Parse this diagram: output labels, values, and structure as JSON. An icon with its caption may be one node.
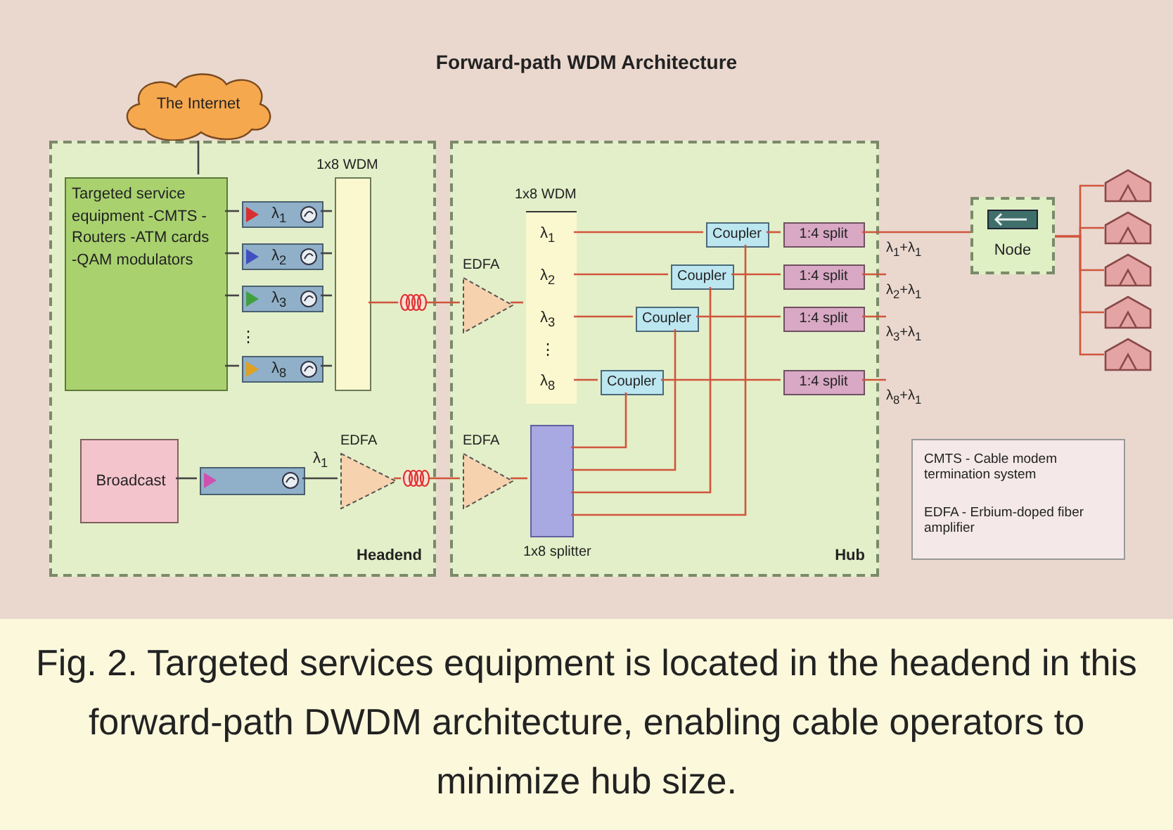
{
  "diagram": {
    "title": "Forward-path WDM Architecture",
    "caption": "Fig. 2. Targeted services equipment is located in the headend in this forward-path DWDM architecture, enabling cable operators to minimize hub size.",
    "nodes": [
      {
        "text": [
          "The Internet"
        ]
      },
      {
        "text": [
          "Headend"
        ]
      },
      {
        "text": [
          "Targeted service equipment -CMTS -Routers -ATM cards -QAM modulators"
        ],
        "in": 1
      },
      {
        "text": [
          "λ$_{1}$"
        ],
        "in": 1
      },
      {
        "text": [
          "λ$_{2}$"
        ],
        "in": 1
      },
      {
        "text": [
          "λ$_{3}$"
        ],
        "in": 1
      },
      {
        "text": [
          "λ$_{8}$"
        ],
        "in": 1
      },
      {
        "text": [
          "1x8 WDM"
        ],
        "in": 1
      },
      {
        "text": [
          "Broadcast"
        ],
        "in": 1
      },
      {
        "text": [],
        "shape": "box",
        "in": 1
      },
      {
        "text": [
          "EDFA"
        ],
        "in": 1
      },
      {
        "text": [
          "Hub"
        ]
      },
      {
        "text": [
          "EDFA"
        ],
        "in": 11
      },
      {
        "text": [
          "EDFA"
        ],
        "in": 11
      },
      {
        "text": [
          "1x8 WDM",
          "λ$_{1}$",
          "λ$_{2}$",
          "λ$_{3}$",
          "⋮",
          "λ$_{8}$"
        ],
        "in": 11
      },
      {
        "text": [
          "1x8 splitter"
        ],
        "in": 11
      },
      {
        "text": [
          "Coupler"
        ],
        "in": 11
      },
      {
        "text": [
          "Coupler"
        ],
        "in": 11
      },
      {
        "text": [
          "Coupler"
        ],
        "in": 11
      },
      {
        "text": [
          "Coupler"
        ],
        "in": 11
      },
      {
        "text": [
          "1:4 split"
        ],
        "in": 11,
        "beside": [
          "λ$_{1}$+λ$_{1}$"
        ]
      },
      {
        "text": [
          "1:4 split"
        ],
        "in": 11,
        "beside": [
          "λ$_{2}$+λ$_{1}$"
        ]
      },
      {
        "text": [
          "1:4 split"
        ],
        "in": 11,
        "beside": [
          "λ$_{3}$+λ$_{1}$"
        ]
      },
      {
        "text": [
          "1:4 split"
        ],
        "in": 11,
        "beside": [
          "λ$_{8}$+λ$_{1}$"
        ]
      },
      {
        "text": [
          "Node"
        ]
      },
      {
        "text": [],
        "shape": "house"
      },
      {
        "text": [],
        "shape": "house"
      },
      {
        "text": [],
        "shape": "house"
      },
      {
        "text": [],
        "shape": "house"
      },
      {
        "text": [],
        "shape": "house"
      },
      {
        "text": [
          "CMTS - Cable modem termination system",
          "EDFA - Erbium-doped fiber amplifier"
        ]
      }
    ],
    "edges": [
      {
        "from": 0,
        "to": 2,
        "arrow": "none",
        "color": "#444444"
      },
      {
        "from": 2,
        "to": 3,
        "arrow": "none",
        "color": "#444444"
      },
      {
        "from": 2,
        "to": 4,
        "arrow": "none",
        "color": "#444444"
      },
      {
        "from": 2,
        "to": 5,
        "arrow": "none",
        "color": "#444444"
      },
      {
        "from": 2,
        "to": 6,
        "arrow": "none",
        "color": "#444444"
      },
      {
        "from": 3,
        "to": 7,
        "arrow": "none",
        "color": "#444444"
      },
      {
        "from": 4,
        "to": 7,
        "arrow": "none",
        "color": "#444444"
      },
      {
        "from": 5,
        "to": 7,
        "arrow": "none",
        "color": "#444444"
      },
      {
        "from": 6,
        "to": 7,
        "arrow": "none",
        "color": "#444444"
      },
      {
        "from": 7,
        "to": 12,
        "arrow": "none"
      },
      {
        "from": 8,
        "to": 9,
        "arrow": "none",
        "color": "#444444"
      },
      {
        "from": 9,
        "to": 10,
        "arrow": "none",
        "color": "#444444",
        "label": "λ$_{1}$"
      },
      {
        "from": 10,
        "to": 13,
        "arrow": "none"
      },
      {
        "from": 12,
        "to": 14,
        "arrow": "none"
      },
      {
        "from": 13,
        "to": 15,
        "arrow": "none"
      },
      {
        "from": 14,
        "to": 16,
        "arrow": "none"
      },
      {
        "from": 14,
        "to": 17,
        "arrow": "none"
      },
      {
        "from": 14,
        "to": 18,
        "arrow": "none"
      },
      {
        "from": 14,
        "to": 19,
        "arrow": "none"
      },
      {
        "from": 15,
        "to": 16,
        "arrow": "none"
      },
      {
        "from": 15,
        "to": 17,
        "arrow": "none"
      },
      {
        "from": 15,
        "to": 18,
        "arrow": "none"
      },
      {
        "from": 15,
        "to": 19,
        "arrow": "none"
      },
      {
        "from": 16,
        "to": 20,
        "arrow": "none"
      },
      {
        "from": 17,
        "to": 21,
        "arrow": "none"
      },
      {
        "from": 18,
        "to": 22,
        "arrow": "none"
      },
      {
        "from": 19,
        "to": 23,
        "arrow": "none"
      },
      {
        "from": 20,
        "to": 24,
        "arrow": "none"
      },
      {
        "from": 24,
        "to": 25,
        "arrow": "none"
      },
      {
        "from": 24,
        "to": 26,
        "arrow": "none"
      },
      {
        "from": 24,
        "to": 27,
        "arrow": "none"
      },
      {
        "from": 24,
        "to": 28,
        "arrow": "none"
      },
      {
        "from": 24,
        "to": 29,
        "arrow": "none"
      }
    ],
    "labels": [
      "⋮"
    ]
  }
}
